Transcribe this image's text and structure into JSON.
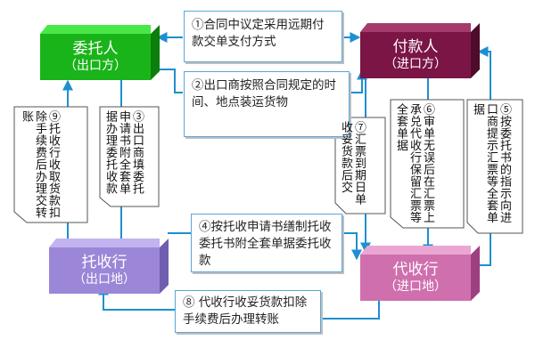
{
  "nodes": {
    "principal": {
      "name": "委托人",
      "role": "（出口方）",
      "color": "#19b419",
      "top": "#48e848",
      "side": "#0b7e0b"
    },
    "payer": {
      "name": "付款人",
      "role": "（进口方）",
      "color": "#7a1545",
      "top": "#a43b6c",
      "side": "#4e0b2a"
    },
    "remitting_bank": {
      "name": "托收行",
      "role": "（出口地）",
      "color": "#9b86d8",
      "top": "#c3b3f0",
      "side": "#6f5db0"
    },
    "collecting_bank": {
      "name": "代收行",
      "role": "（进口地）",
      "color": "#cf6fae",
      "top": "#eaa6d3",
      "side": "#9e3f80"
    }
  },
  "steps": {
    "s1": "①合同中议定采用远期付款交单支付方式",
    "s2": "②出口商按照合同规定的时间、地点装运货物",
    "s3": "③出口商填委托申请书附全套单据办理委托收款",
    "s4": "④按托收申请书缮制托收委托书附全套单据委托收款",
    "s5": "⑤按委托书的指示向进口商提示汇票等全套单据",
    "s6": "⑥审单无误后在汇票上承兑代收行保留汇票等全套单据",
    "s7": "⑦汇票到期日单收妥货款后交",
    "s8": "⑧ 代收行收妥货款扣除手续费后办理转账",
    "s9": "⑨托收行收取货款扣除手续费后办理交转账"
  },
  "colors": {
    "arrow": "#1e8fd0",
    "panel_border": "#5aa7d9"
  }
}
